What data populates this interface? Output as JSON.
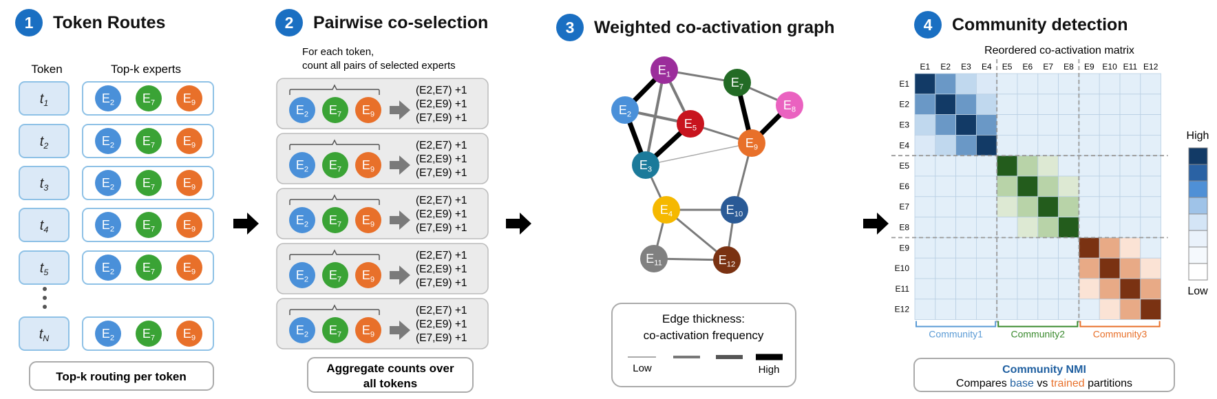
{
  "panels": [
    {
      "num": "1",
      "title": "Token Routes"
    },
    {
      "num": "2",
      "title": "Pairwise co-selection"
    },
    {
      "num": "3",
      "title": "Weighted co-activation graph"
    },
    {
      "num": "4",
      "title": "Community detection"
    }
  ],
  "panel1": {
    "col_token": "Token",
    "col_experts": "Top-k experts",
    "tokens": [
      {
        "base": "t",
        "sub": "1"
      },
      {
        "base": "t",
        "sub": "2"
      },
      {
        "base": "t",
        "sub": "3"
      },
      {
        "base": "t",
        "sub": "4"
      },
      {
        "base": "t",
        "sub": "5"
      },
      {
        "base": "t",
        "sub": "N"
      }
    ],
    "experts": [
      {
        "base": "E",
        "sub": "2",
        "color": "#4a90d9"
      },
      {
        "base": "E",
        "sub": "7",
        "color": "#3aa335"
      },
      {
        "base": "E",
        "sub": "9",
        "color": "#e8702a"
      }
    ],
    "footer": "Top-k routing per token"
  },
  "panel2": {
    "note_line1": "For each token,",
    "note_line2": "count all pairs of selected experts",
    "pairs": [
      "(E2,E7)  +1",
      "(E2,E9)  +1",
      "(E7,E9)  +1"
    ],
    "footer_line1": "Aggregate counts over",
    "footer_line2": "all tokens"
  },
  "panel3": {
    "nodes": [
      {
        "id": "E1",
        "base": "E",
        "sub": "1",
        "color": "#9b2d9b"
      },
      {
        "id": "E2",
        "base": "E",
        "sub": "2",
        "color": "#4a90d9"
      },
      {
        "id": "E3",
        "base": "E",
        "sub": "3",
        "color": "#1b7a9a"
      },
      {
        "id": "E4",
        "base": "E",
        "sub": "4",
        "color": "#f5b800"
      },
      {
        "id": "E5",
        "base": "E",
        "sub": "5",
        "color": "#c8141e"
      },
      {
        "id": "E7",
        "base": "E",
        "sub": "7",
        "color": "#236b25"
      },
      {
        "id": "E8",
        "base": "E",
        "sub": "8",
        "color": "#ea62c0"
      },
      {
        "id": "E9",
        "base": "E",
        "sub": "9",
        "color": "#e8702a"
      },
      {
        "id": "E10",
        "base": "E",
        "sub": "10",
        "color": "#2a5a96"
      },
      {
        "id": "E11",
        "base": "E",
        "sub": "11",
        "color": "#808080"
      },
      {
        "id": "E12",
        "base": "E",
        "sub": "12",
        "color": "#7a3212"
      }
    ],
    "legend_title_line1": "Edge thickness:",
    "legend_title_line2": "co-activation frequency",
    "legend_low": "Low",
    "legend_high": "High"
  },
  "panel4": {
    "subtitle": "Reordered co-activation matrix",
    "labels": [
      "E1",
      "E2",
      "E3",
      "E4",
      "E5",
      "E6",
      "E7",
      "E8",
      "E9",
      "E10",
      "E11",
      "E12"
    ],
    "communities": [
      {
        "name": "Community1",
        "color": "#5b9bd5"
      },
      {
        "name": "Community2",
        "color": "#3a8a2e"
      },
      {
        "name": "Community3",
        "color": "#e8702a"
      }
    ],
    "colorbar_high": "High",
    "colorbar_low": "Low",
    "nmi_title": "Community NMI",
    "nmi_part1": "Compares ",
    "nmi_base": "base",
    "nmi_part2": " vs ",
    "nmi_trained": "trained",
    "nmi_part3": " partitions",
    "base_color": "#1f5fa0",
    "trained_color": "#e8702a"
  },
  "colors": {
    "badge": "#1a6fc2",
    "token_fill": "#dbe9f7",
    "token_stroke": "#8ec1e6",
    "panel_fill": "#ebebeb",
    "panel_stroke": "#bbbbbb"
  }
}
